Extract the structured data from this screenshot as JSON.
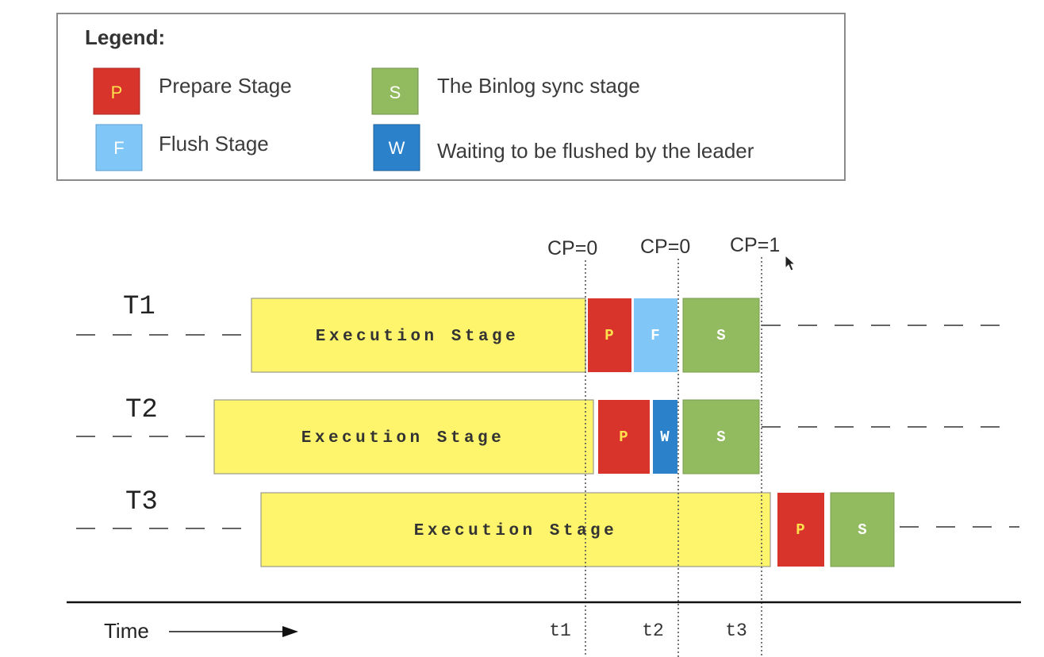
{
  "legend": {
    "title": "Legend:",
    "items": [
      {
        "letter": "P",
        "label": "Prepare Stage",
        "color": "#d9342b"
      },
      {
        "letter": "S",
        "label": "The Binlog sync stage",
        "color": "#92bb5f"
      },
      {
        "letter": "F",
        "label": "Flush Stage",
        "color": "#80c7f7"
      },
      {
        "letter": "W",
        "label": "Waiting to be flushed by the leader",
        "color": "#2b82cb"
      }
    ]
  },
  "checkpoints": [
    "CP=0",
    "CP=0",
    "CP=1"
  ],
  "rows": [
    {
      "label": "T1",
      "execution": "Execution Stage",
      "blocks": [
        "P",
        "F",
        "S"
      ]
    },
    {
      "label": "T2",
      "execution": "Execution Stage",
      "blocks": [
        "P",
        "W",
        "S"
      ]
    },
    {
      "label": "T3",
      "execution": "Execution Stage",
      "blocks": [
        "P",
        "S"
      ]
    }
  ],
  "time_axis": {
    "label": "Time",
    "ticks": [
      "t1",
      "t2",
      "t3"
    ]
  },
  "colors": {
    "execution": "#fef56c",
    "execution_border": "#9a9a8a",
    "block_text": "#ffffff",
    "label_letter_P": "#ffe14d",
    "frame": "#8a8a8a"
  }
}
